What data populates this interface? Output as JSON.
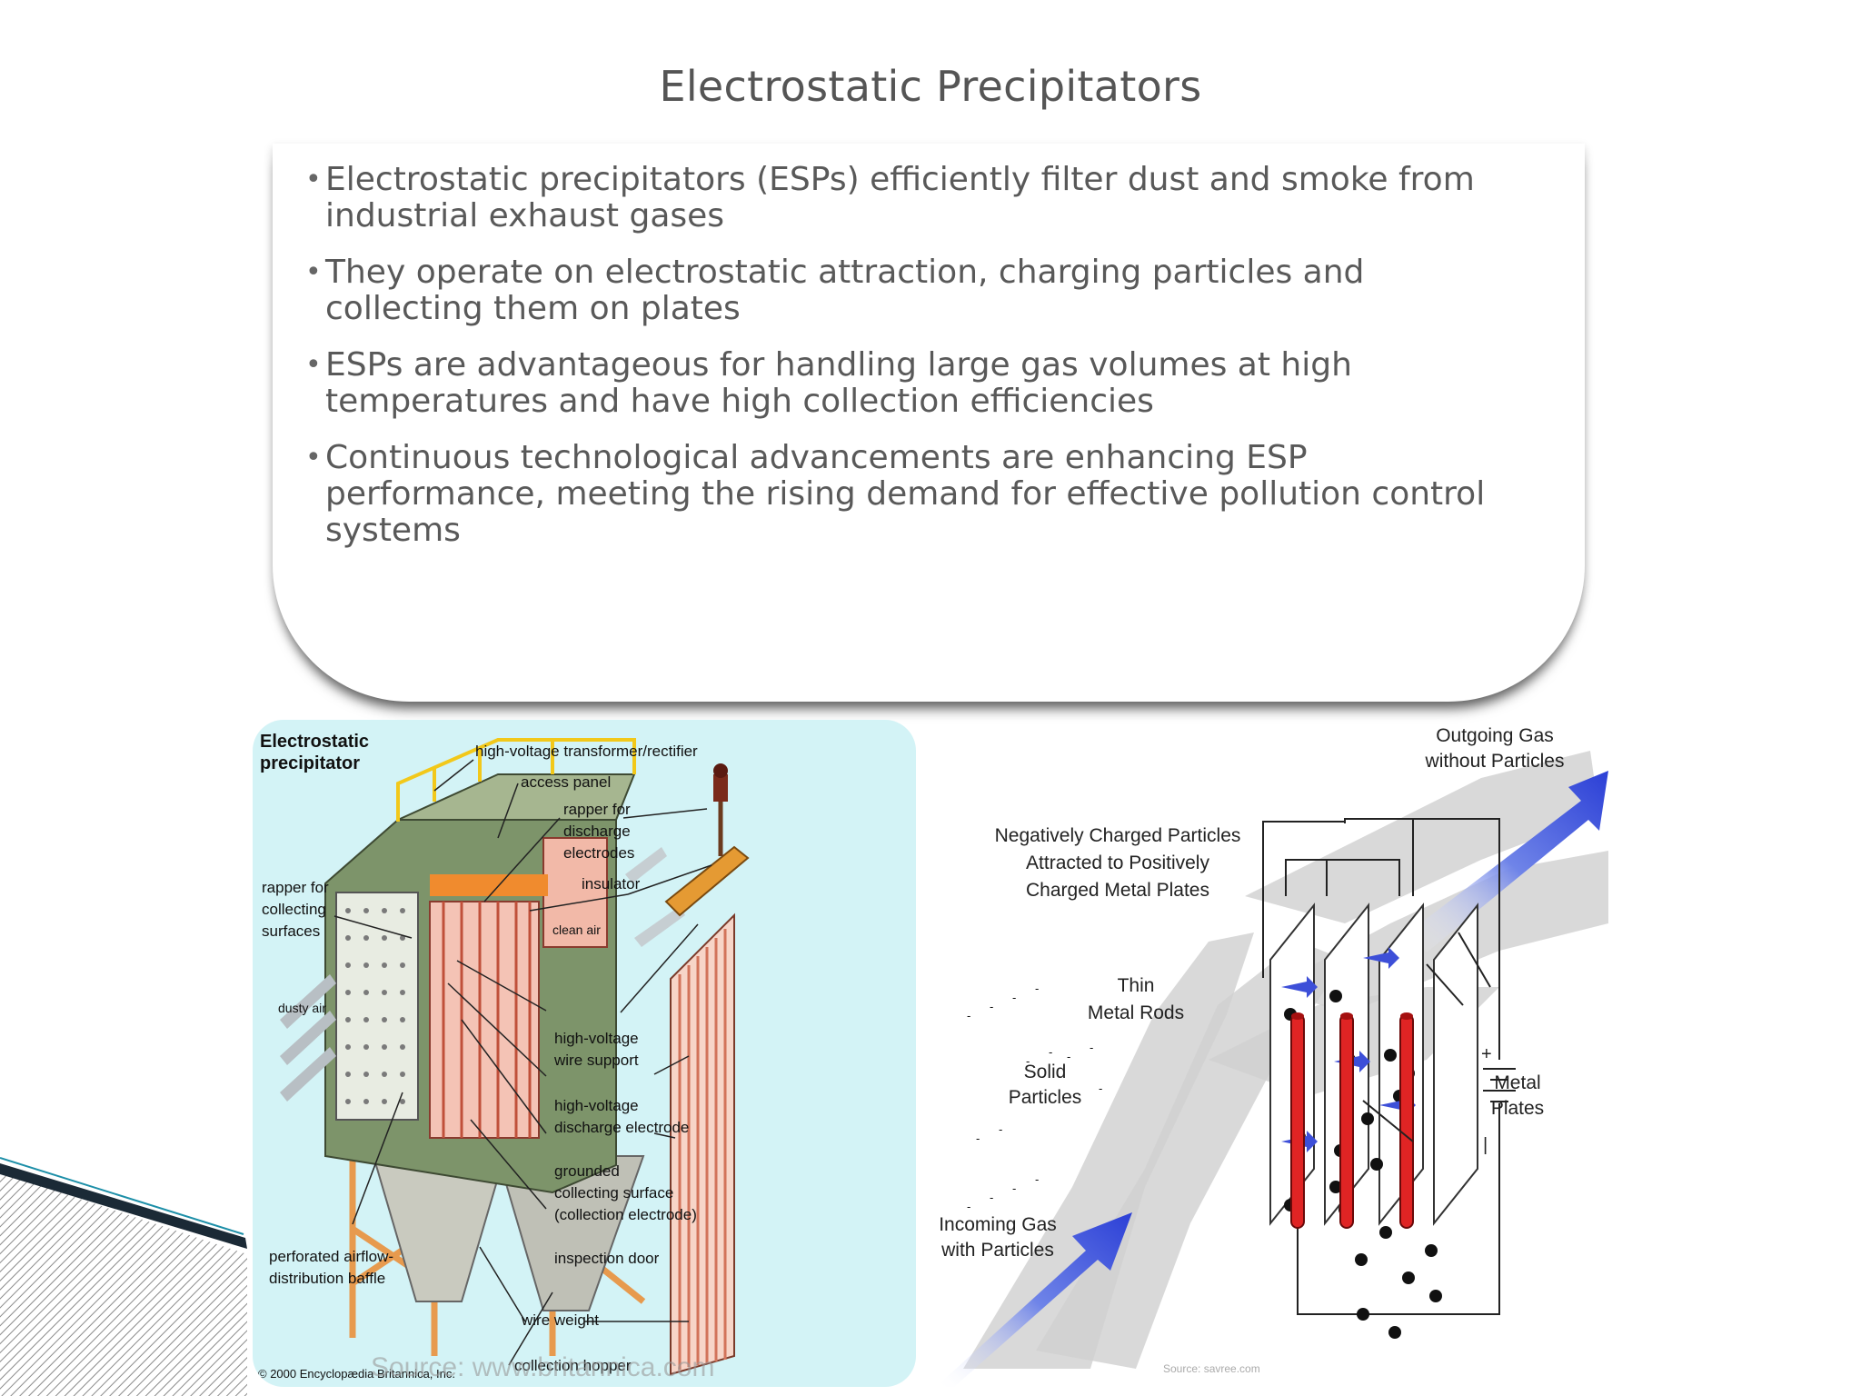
{
  "slide": {
    "title": "Electrostatic Precipitators",
    "bullets": [
      "Electrostatic precipitators (ESPs) efficiently filter dust and smoke from industrial exhaust gases",
      "They operate on electrostatic attraction, charging particles and collecting them on plates",
      "ESPs are advantageous for handling large gas volumes at high temperatures and have high collection efficiencies",
      "Continuous technological advancements are enhancing ESP performance, meeting the rising demand for effective pollution control systems"
    ]
  },
  "left_diagram": {
    "title_line1": "Electrostatic",
    "title_line2": "precipitator",
    "labels": {
      "transformer": "high-voltage transformer/rectifier",
      "access_panel": "access panel",
      "rapper_discharge_1": "rapper for",
      "rapper_discharge_2": "discharge",
      "rapper_discharge_3": "electrodes",
      "insulator": "insulator",
      "rapper_collecting_1": "rapper for",
      "rapper_collecting_2": "collecting",
      "rapper_collecting_3": "surfaces",
      "clean_air": "clean air",
      "dusty_air": "dusty air",
      "hv_wire_support_1": "high-voltage",
      "hv_wire_support_2": "wire support",
      "hv_discharge_1": "high-voltage",
      "hv_discharge_2": "discharge electrode",
      "grounded_1": "grounded",
      "grounded_2": "collecting surface",
      "grounded_3": "(collection electrode)",
      "inspection_door": "inspection door",
      "baffle_1": "perforated airflow-",
      "baffle_2": "distribution baffle",
      "wire_weight": "wire weight",
      "collection_hopper": "collection hopper",
      "copyright": "© 2000 Encyclopædia Britannica, Inc.",
      "watermark": "Source: www.britannica.com"
    }
  },
  "right_diagram": {
    "labels": {
      "outgoing_1": "Outgoing Gas",
      "outgoing_2": "without Particles",
      "negatively_1": "Negatively Charged Particles",
      "negatively_2": "Attracted to Positively",
      "negatively_3": "Charged Metal Plates",
      "rods_1": "Thin",
      "rods_2": "Metal Rods",
      "solid_1": "Solid",
      "solid_2": "Particles",
      "plates_1": "Metal",
      "plates_2": "Plates",
      "incoming_1": "Incoming Gas",
      "incoming_2": "with Particles",
      "plus": "+",
      "minus": "|",
      "source": "Source: savree.com"
    }
  },
  "colors": {
    "title": "#555555",
    "body_text": "#595959",
    "panel_bg": "#d3f3f6",
    "rod_red": "#e02424",
    "arrow_blue": "#2b3fd6"
  }
}
